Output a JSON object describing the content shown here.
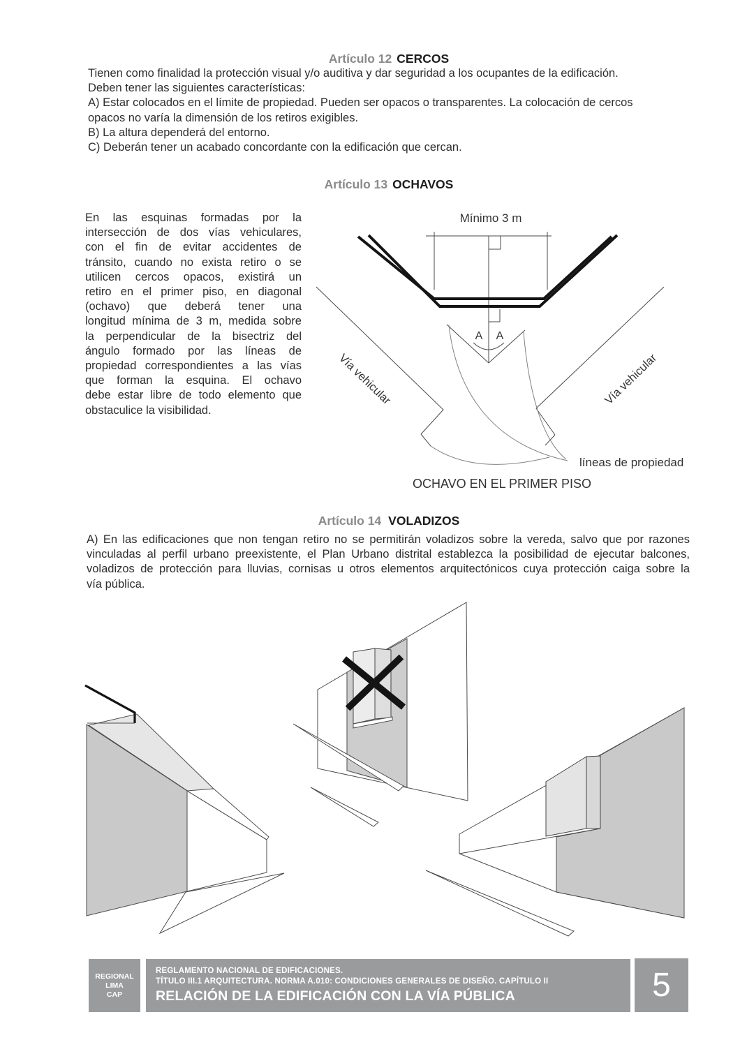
{
  "articles": [
    {
      "label": "Artículo 12",
      "title": "CERCOS",
      "lines": [
        "Tienen como finalidad la protección visual y/o auditiva y dar seguridad a los ocupantes de la edificación.",
        "Deben tener las siguientes características:",
        "A) Estar colocados en el límite de propiedad. Pueden ser opacos o transparentes. La colocación de cercos",
        "opacos no varía la dimensión de los retiros exigibles.",
        "B) La altura dependerá del entorno.",
        "C) Deberán tener un acabado concordante con la edificación que cercan."
      ]
    },
    {
      "label": "Artículo 13",
      "title": "OCHAVOS",
      "lines": [
        "En las esquinas formadas por la",
        "intersección de dos vías vehiculares,",
        "con el fin de evitar accidentes de",
        "tránsito, cuando no exista retiro o se",
        "utilicen cercos opacos, existirá un",
        "retiro en el primer piso, en diagonal",
        "(ochavo) que deberá tener una",
        "longitud mínima de 3 m, medida sobre",
        "la perpendicular de la bisectriz del",
        "ángulo  formado por las líneas de",
        "propiedad correspondientes a las vías",
        "que forman la esquina. El ochavo",
        "debe estar libre de todo elemento que",
        "obstaculice la visibilidad."
      ],
      "diagram": {
        "dimension_label": "Mínimo 3 m",
        "angle_left": "A",
        "angle_right": "A",
        "road_left": "Vía vehicular",
        "road_right": "Vía vehicular",
        "leader_label": "líneas de propiedad",
        "caption": "OCHAVO EN EL PRIMER PISO"
      }
    },
    {
      "label": "Artículo 14",
      "title": "VOLADIZOS",
      "lines": [
        "A) En las edificaciones que non tengan retiro no se permitirán voladizos sobre la vereda, salvo que por razones",
        "vinculadas al perfil urbano preexistente, el Plan Urbano distrital establezca la posibilidad de ejecutar balcones,",
        "voladizos de protección para lluvias, cornisas u otros elementos arquitectónicos cuya protección caiga sobre la",
        "vía pública."
      ]
    }
  ],
  "footer": {
    "logo_lines": [
      "REGIONAL",
      "LIMA",
      "CAP"
    ],
    "doc_lines": [
      "REGLAMENTO NACIONAL DE EDIFICACIONES.",
      "TÍTULO III.1 ARQUITECTURA. NORMA A.010: CONDICIONES GENERALES DE DISEÑO. CAPÍTULO II",
      "RELACIÓN DE LA EDIFICACIÓN CON LA VÍA PÚBLICA"
    ],
    "page_number": "5"
  },
  "colors": {
    "heading_number": "#8a8a8a",
    "heading_title": "#1d1d1d",
    "footer_box": "#9a9b9c",
    "body_text": "#2e2e2e",
    "drawing_dark_gray": "#c9c9c9",
    "drawing_light_gray": "#e6e6e6",
    "line_dark": "#141414"
  }
}
